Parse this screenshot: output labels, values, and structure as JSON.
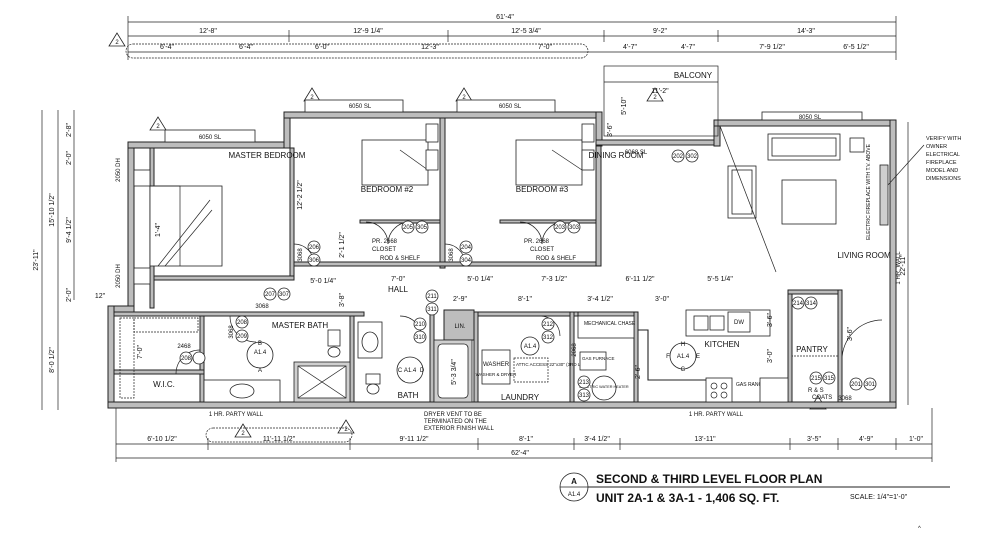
{
  "title": {
    "line1": "SECOND & THIRD LEVEL FLOOR PLAN",
    "line2": "UNIT 2A-1 & 3A-1 - 1,406 SQ. FT.",
    "scale": "SCALE: 1/4\"=1'-0\"",
    "detail_letter": "A",
    "detail_sheet": "A1.4"
  },
  "dims_top": {
    "overall": "61'-4\"",
    "seg1": "12'-8\"",
    "seg2": "12'-9 1/4\"",
    "seg3": "12'-5 3/4\"",
    "seg4": "9'-2\"",
    "seg5": "14'-3\"",
    "sub1": "6'-4\"",
    "sub2": "6'-4\"",
    "sub3": "6'-0\"",
    "sub4": "12'-3\"",
    "sub5": "7'-0\"",
    "sub6": "4'-7\"",
    "sub7": "4'-7\"",
    "sub8": "7'-9 1/2\"",
    "sub9": "6'-5 1/2\"",
    "balcony_w": "11'-2\""
  },
  "dims_bottom": {
    "overall": "62'-4\"",
    "b1": "6'-10 1/2\"",
    "b2": "11'-11 1/2\"",
    "b3": "9'-11 1/2\"",
    "b4": "8'-1\"",
    "b5": "3'-4 1/2\"",
    "b6": "13'-11\"",
    "b7": "3'-5\"",
    "b8": "4'-9\"",
    "b9": "1'-0\""
  },
  "dims_left": {
    "overall": "23'-11\"",
    "l1": "15'-10 1/2\"",
    "l2": "8'-0 1/2\"",
    "l3": "2'-8\"",
    "l4": "2'-0\"",
    "l5": "9'-4 1/2\"",
    "l6": "2'-0\"",
    "l7": "12\""
  },
  "dims_right": {
    "overall": "22'-11\""
  },
  "dims_interior": {
    "d1": "12'-2 1/2\"",
    "d2": "2'-1 1/2\"",
    "d3": "5'-0 1/4\"",
    "d4": "7'-0\"",
    "d5": "5'-0 1/4\"",
    "d6": "7'-3 1/2\"",
    "d7": "6'-11 1/2\"",
    "d8": "5'-5 1/4\"",
    "d9": "3'-8\"",
    "d10": "2'-9\"",
    "d11": "8'-1\"",
    "d12": "3'-4 1/2\"",
    "d13": "3'-0\"",
    "d14": "5'-10\"",
    "d15": "3'-6\"",
    "d16": "2'-6\"",
    "d17": "3'-0\"",
    "d18": "3'-6\"",
    "d19": "7'-0\"",
    "d20": "5'-3 3/4\"",
    "d21": "3'-6\"",
    "d22": "1'-4\""
  },
  "rooms": {
    "master_bedroom": "MASTER BEDROOM",
    "bedroom2": "BEDROOM #2",
    "bedroom3": "BEDROOM #3",
    "dining": "DINING ROOM",
    "living": "LIVING ROOM",
    "balcony": "BALCONY",
    "hall": "HALL",
    "master_bath": "MASTER BATH",
    "bath": "BATH",
    "wic": "W.I.C.",
    "laundry": "LAUNDRY",
    "kitchen": "KITCHEN",
    "pantry": "PANTRY",
    "closet": "CLOSET",
    "lin": "LIN.",
    "coats": "COATS",
    "mech_chase": "MECHANICAL CHASE",
    "rod_shelf": "ROD & SHELF",
    "rs": "R & S"
  },
  "windows": {
    "w6050": "6050 SL",
    "w8050": "8050 SL",
    "w6068": "6068 SL",
    "w2050": "2050 DH"
  },
  "door_tags": [
    "208",
    "209",
    "205",
    "305",
    "204",
    "304",
    "207",
    "307",
    "206",
    "306",
    "203",
    "303",
    "202",
    "302",
    "211",
    "311",
    "210",
    "310",
    "212",
    "312",
    "213",
    "313",
    "214",
    "314",
    "215",
    "315",
    "201",
    "301",
    "2668",
    "2468",
    "3068",
    "PR. 2668"
  ],
  "notes": {
    "party_wall": "1 HR. PARTY WALL",
    "hr_wall": "1 HR. WALL",
    "dryer_vent": "DRYER VENT TO BE TERMINATED ON THE EXTERIOR FINISH WALL",
    "attic": "ATTIC ACCESS 22\"x30\" (3RD LEVEL ONLY)",
    "fireplace": "ELECTRIC FIREPLACE WITH T.V. ABOVE",
    "verify": "VERIFY WITH OWNER ELECTRICAL FIREPLACE MODEL AND DIMENSIONS",
    "washer": "WASHER & DRYER",
    "gas_furnace": "GAS FURNACE",
    "water_heater": "ELECTRIC WATER HEATER",
    "gas_range": "GAS RANGE",
    "dw": "DW",
    "rev": "2",
    "a14": "A1.4",
    "elev_a": "A",
    "elev_b": "B",
    "elev_c": "C",
    "elev_d": "D",
    "elev_e": "E",
    "elev_f": "F",
    "elev_g": "G",
    "elev_h": "H"
  }
}
